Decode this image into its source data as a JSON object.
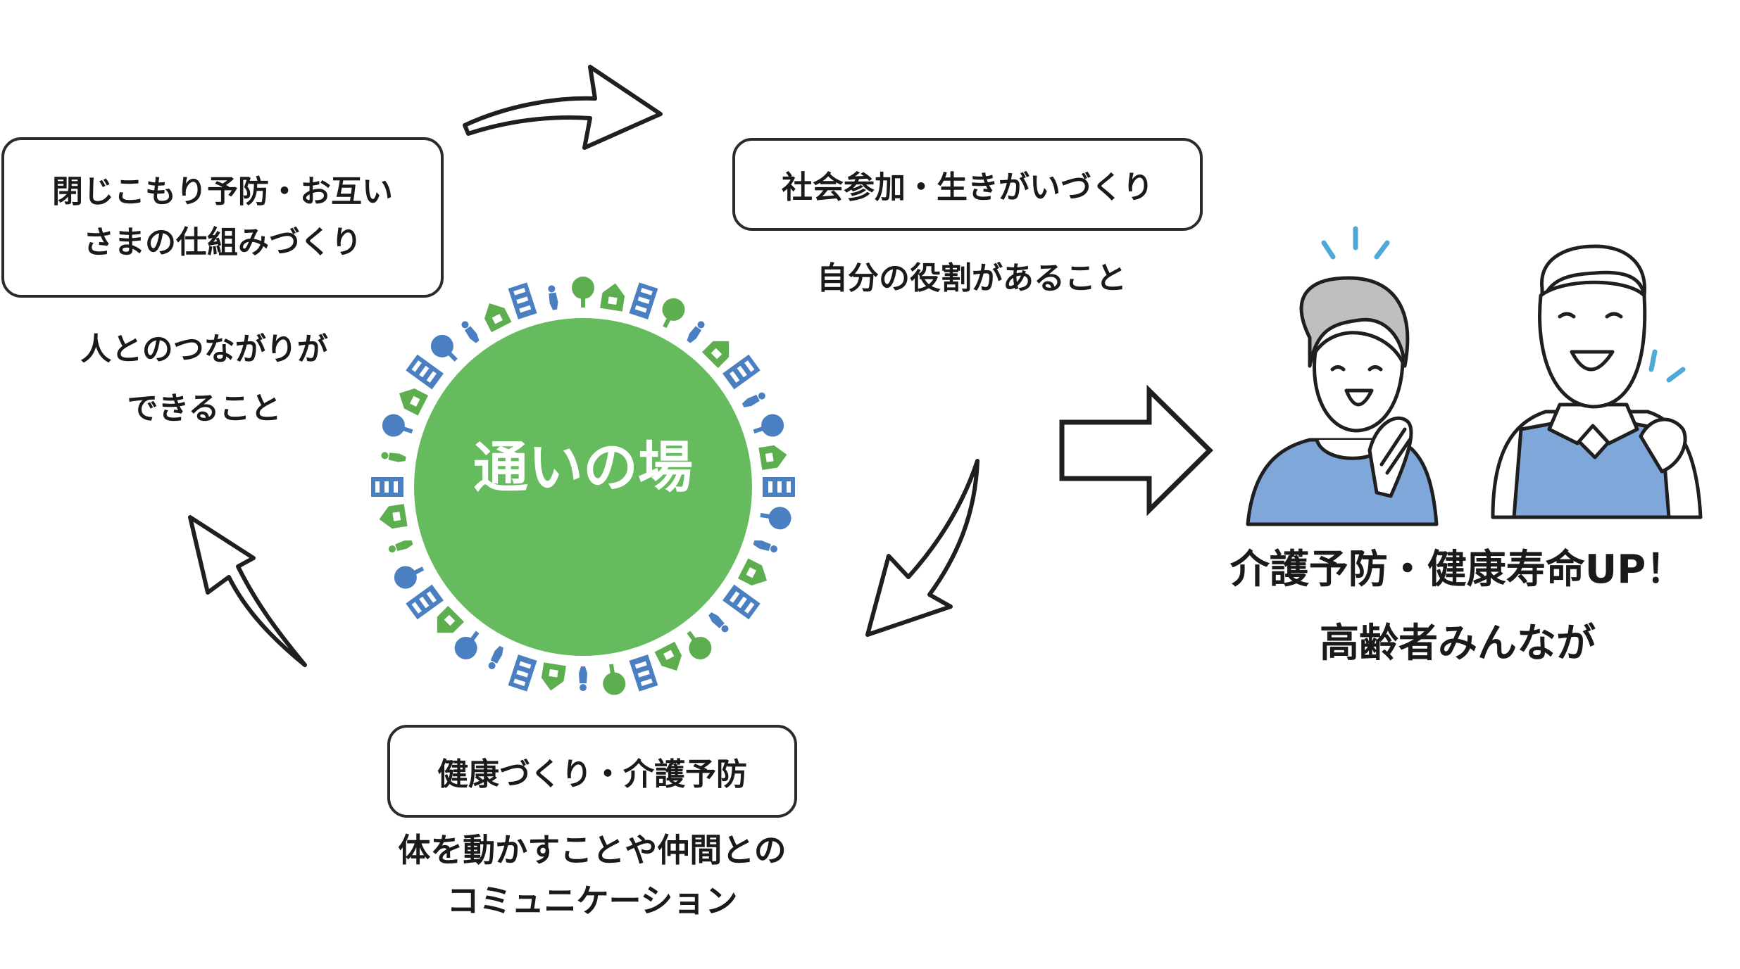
{
  "hub": {
    "label": "通いの場"
  },
  "cycle": [
    {
      "box_lines": [
        "閉じこもり予防・お互い",
        "さまの仕組みづくり"
      ],
      "caption_lines": [
        "人とのつながりが",
        "できること"
      ]
    },
    {
      "box_lines": [
        "社会参加・生きがいづくり"
      ],
      "caption_lines": [
        "自分の役割があること"
      ]
    },
    {
      "box_lines": [
        "健康づくり・介護予防"
      ],
      "caption_lines": [
        "体を動かすことや仲間との",
        "コミュニケーション"
      ]
    }
  ],
  "result": {
    "lines": [
      "介護予防・健康寿命UP！",
      "高齢者みんなが"
    ]
  },
  "colors": {
    "hub_green": "#66BB5F",
    "town_blue": "#4A7FC1",
    "town_green": "#5DAE4E",
    "shirt_blue": "#7FA7D9",
    "stroke": "#1f1f1f"
  },
  "icons": [
    "curved-arrow-icon",
    "block-arrow-right-icon",
    "town-ring-icon",
    "elderly-woman-icon",
    "elderly-man-icon",
    "sparkle-icon"
  ]
}
